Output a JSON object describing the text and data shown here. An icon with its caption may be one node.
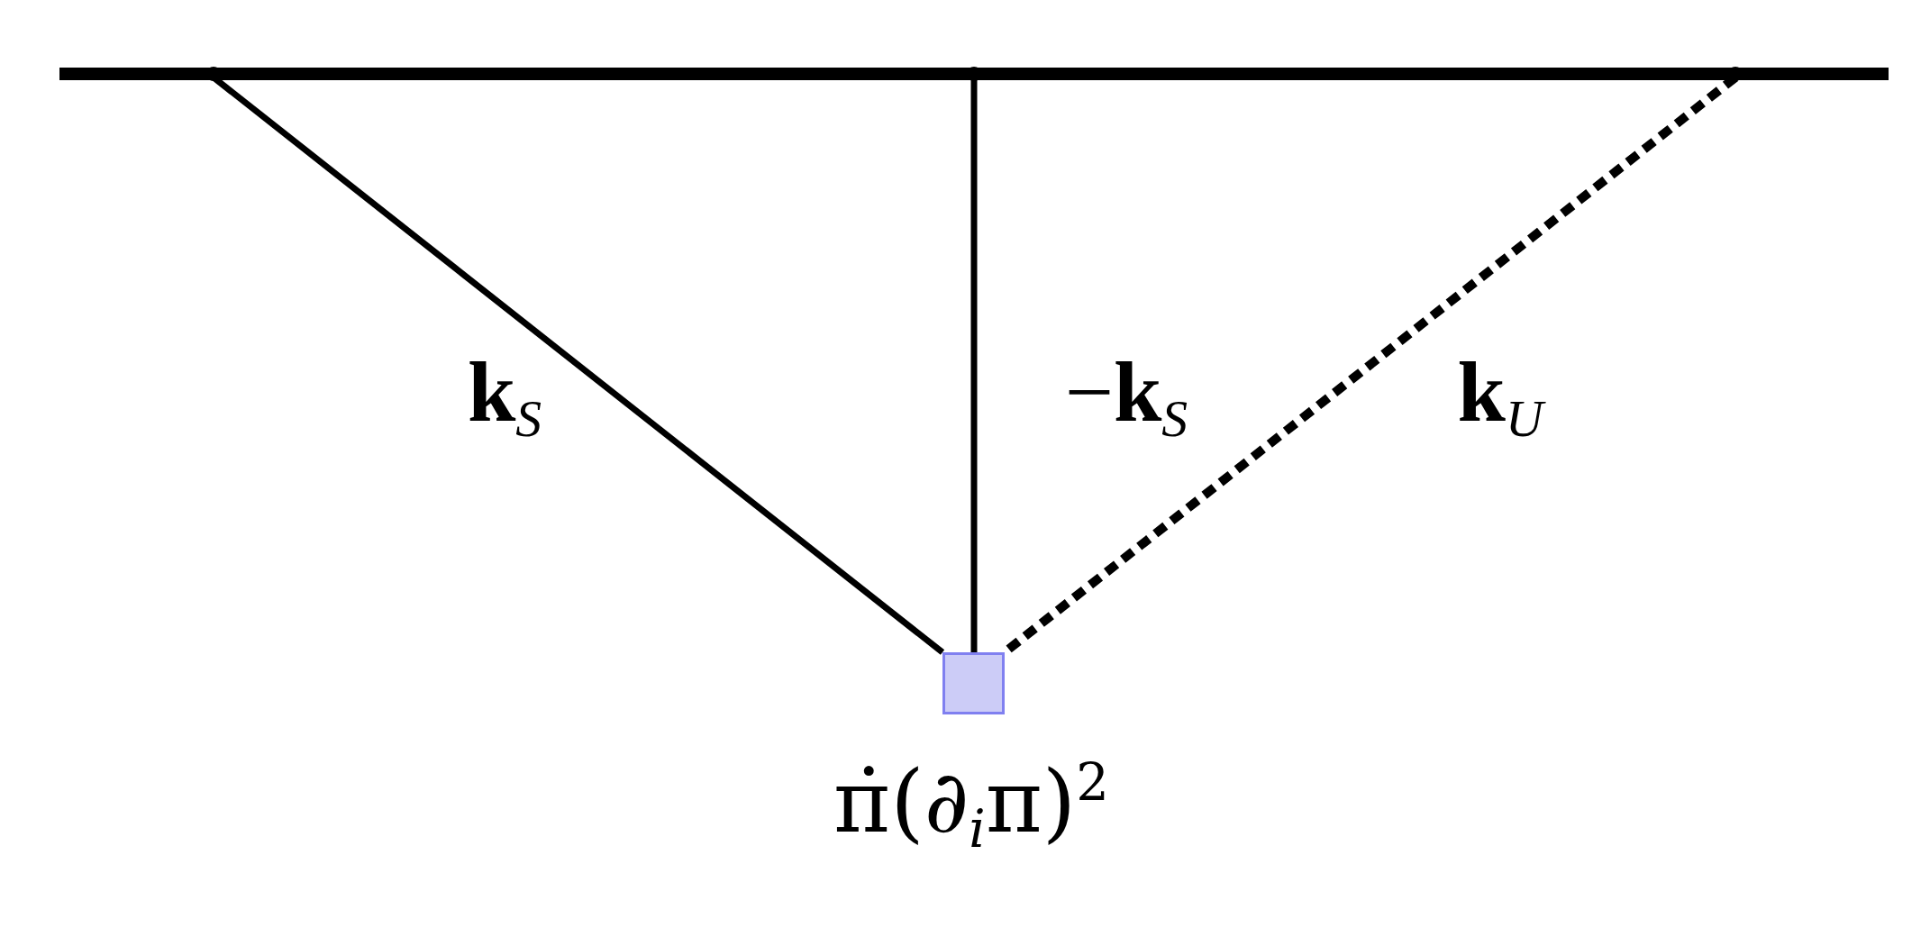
{
  "diagram": {
    "nodes": [
      {
        "text": [],
        "shape": "circle"
      },
      {
        "text": [],
        "shape": "circle"
      },
      {
        "text": [],
        "shape": "circle"
      },
      {
        "text": [],
        "shape": "box",
        "beside": [
          "π̇(∂$_{i}$π)$^{2}$"
        ]
      }
    ],
    "edges": [
      {
        "from": 0,
        "to": 3,
        "arrow": "none",
        "label": "**k**$_{S}$"
      },
      {
        "from": 1,
        "to": 3,
        "arrow": "none",
        "label": "−**k**$_{S}$"
      },
      {
        "from": 2,
        "to": 3,
        "arrow": "none",
        "label": "**k**$_{U}$",
        "style": "dashed"
      }
    ]
  }
}
